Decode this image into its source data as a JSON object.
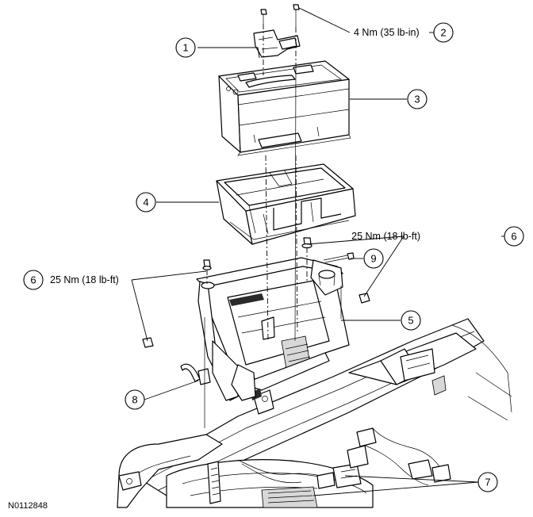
{
  "callouts": {
    "c1": "1",
    "c2": "2",
    "c3": "3",
    "c4": "4",
    "c5": "5",
    "c6a": "6",
    "c6b": "6",
    "c7": "7",
    "c8": "8",
    "c9": "9"
  },
  "torque": {
    "t2": "4 Nm (35 lb-in)",
    "t6_right": "25 Nm (18 lb-ft)",
    "t6_left": "25 Nm (18 lb-ft)"
  },
  "figure_id": "N0112848"
}
